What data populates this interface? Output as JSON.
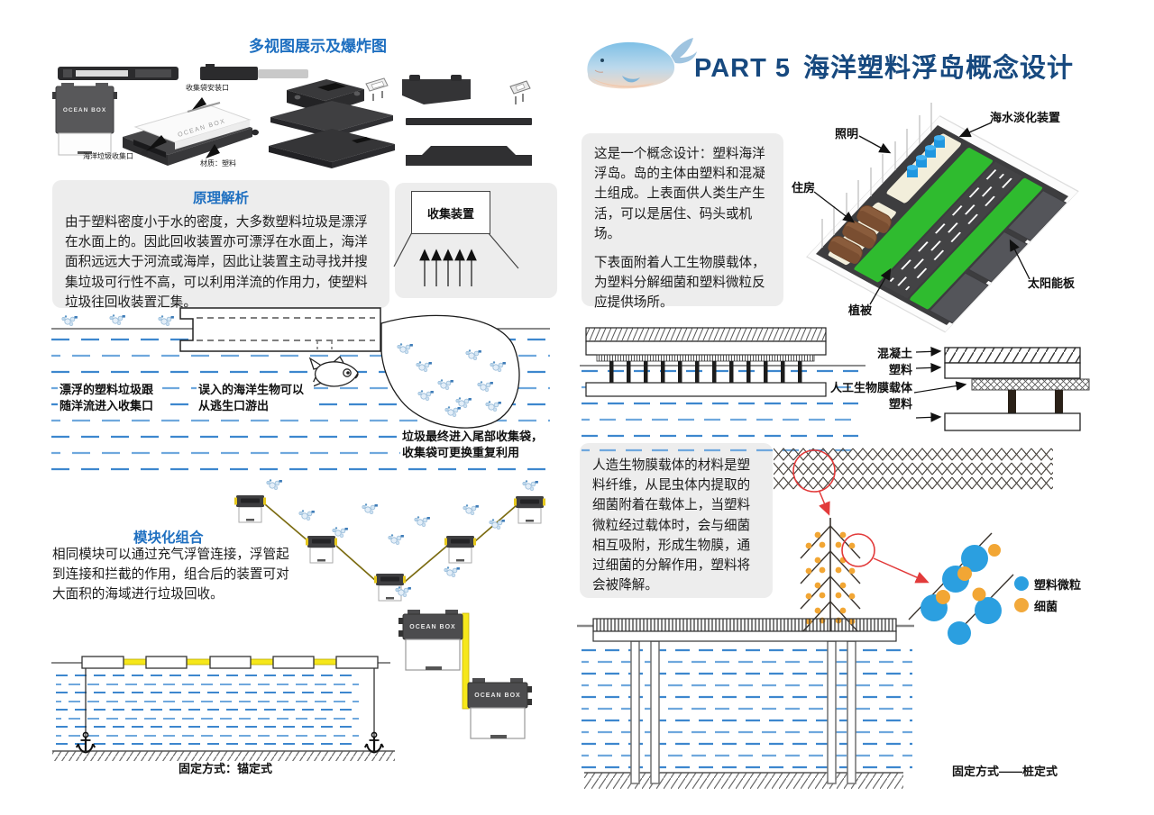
{
  "left": {
    "exploded_title": "多视图展示及爆炸图",
    "ocean_box": "OCEAN BOX",
    "product_labels": {
      "bag_port": "收集袋安装口",
      "trash_port": "海洋垃圾收集口",
      "material": "材质：塑料"
    },
    "principle": {
      "title": "原理解析",
      "body": "由于塑料密度小于水的密度，大多数塑料垃圾是漂浮在水面上的。因此回收装置亦可漂浮在水面上，海洋面积远远大于河流或海岸，因此让装置主动寻找并搜集垃圾可行性不高，可以利用洋流的作用力，使塑料垃圾往回收装置汇集。"
    },
    "collector_label": "收集装置",
    "ocean_labels": {
      "inflow": "漂浮的塑料垃圾跟随洋流进入收集口",
      "escape": "误入的海洋生物可以从逃生口游出",
      "bag": "垃圾最终进入尾部收集袋，收集袋可更换重复利用"
    },
    "modular": {
      "title": "模块化组合",
      "body": "相同模块可以通过充气浮管连接，浮管起到连接和拦截的作用，组合后的装置可对大面积的海域进行垃圾回收。"
    },
    "anchor_caption": "固定方式：锚定式"
  },
  "right": {
    "part_label": "PART 5",
    "part_title": "海洋塑料浮岛概念设计",
    "concept": {
      "p1": "这是一个概念设计：塑料海洋浮岛。岛的主体由塑料和混凝土组成。上表面供人类生产生活，可以是居住、码头或机场。",
      "p2": "下表面附着人工生物膜载体，为塑料分解细菌和塑料微粒反应提供场所。"
    },
    "island_labels": {
      "lighting": "照明",
      "desalination": "海水淡化装置",
      "housing": "住房",
      "vegetation": "植被",
      "solar": "太阳能板"
    },
    "layer_labels": {
      "concrete": "混凝土",
      "plastic_top": "塑料",
      "biofilm": "人工生物膜载体",
      "plastic_bottom": "塑料"
    },
    "biofilm_text": "人造生物膜载体的材料是塑料纤维，从昆虫体内提取的细菌附着在载体上，当塑料微粒经过载体时，会与细菌相互吸附，形成生物膜，通过细菌的分解作用，塑料将会被降解。",
    "legend": [
      {
        "label": "塑料微粒",
        "color": "#2b9fe0"
      },
      {
        "label": "细菌",
        "color": "#f2a93b"
      }
    ],
    "pile_caption": "固定方式——桩定式"
  },
  "colors": {
    "section_blue": "#1e6fc0",
    "part_navy": "#17497f",
    "water_dark": "#3d87ce",
    "water_light": "#6fa8dd",
    "panel_gray": "#ededed",
    "tube_yellow": "#f6e71a",
    "island_green": "#2fbb2f",
    "house_brown": "#8a5c3c",
    "desal_blue": "#1f97e0",
    "bacteria_orange": "#f2a634",
    "highlight_red": "#e23a3a"
  }
}
